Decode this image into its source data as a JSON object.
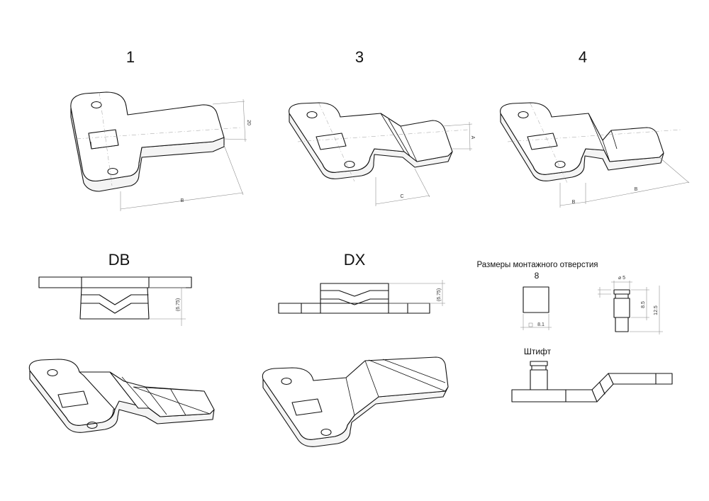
{
  "headings": {
    "v1": "1",
    "v3": "3",
    "v4": "4",
    "db": "DB",
    "dx": "DX",
    "mount": "Размеры монтажного отверстия",
    "mount_num": "8",
    "pin": "Штифт"
  },
  "dims": {
    "v1_width": "20",
    "v1_length": "B",
    "v3_offset": "A",
    "v3_len": "C",
    "v4_b_small": "B",
    "v4_b_large": "B",
    "db_height": "(6.75)",
    "dx_height": "(6.75)",
    "hole_size": "8.1",
    "pin_dia": "⌀ 5",
    "pin_h1": "8.5",
    "pin_h2": "12.5"
  }
}
